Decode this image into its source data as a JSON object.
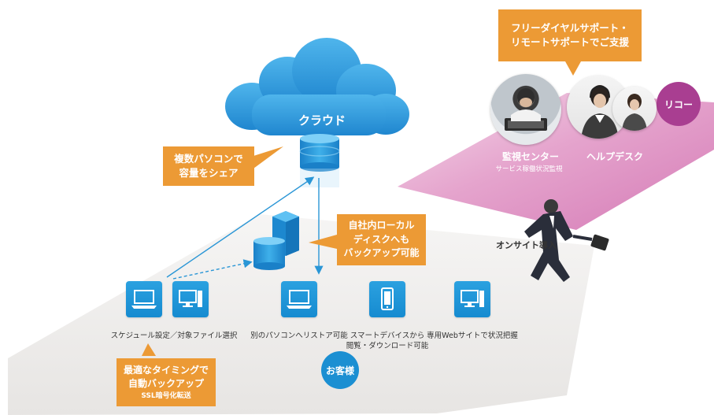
{
  "cloud": {
    "label": "クラウド"
  },
  "callouts": {
    "share": {
      "lines": [
        "複数パソコンで",
        "容量をシェア"
      ]
    },
    "local": {
      "lines": [
        "自社内ローカル",
        "ディスクへも",
        "バックアップ可能"
      ]
    },
    "support": {
      "lines": [
        "フリーダイヤルサポート・",
        "リモートサポートでご支援"
      ]
    },
    "auto": {
      "lines": [
        "最適なタイミングで",
        "自動バックアップ"
      ],
      "sub": "SSL暗号化転送"
    }
  },
  "devices": [
    {
      "icon": "laptop-icon",
      "label": "スケジュール設定／対象ファイル選択"
    },
    {
      "icon": "desktop-icon",
      "label": ""
    },
    {
      "icon": "laptop-icon",
      "label": "別のパソコンへリストア可能"
    },
    {
      "icon": "smartphone-icon",
      "label_lines": [
        "スマートデバイスから",
        "閲覧・ダウンロード可能"
      ]
    },
    {
      "icon": "desktop-icon",
      "label": "専用Webサイトで状況把握"
    }
  ],
  "customer": {
    "label": "お客様"
  },
  "ricoh": {
    "label": "リコー"
  },
  "monitor_center": {
    "title": "監視センター",
    "subtitle": "サービス稼働状況監視"
  },
  "helpdesk": {
    "title": "ヘルプデスク"
  },
  "onsite": {
    "label": "オンサイト導入"
  },
  "colors": {
    "accent_orange": "#ec9a35",
    "accent_blue": "#1b8fd2",
    "accent_purple": "#a93e91",
    "accent_pink": "#d77cb8",
    "floor_gray": "#ecebea"
  }
}
